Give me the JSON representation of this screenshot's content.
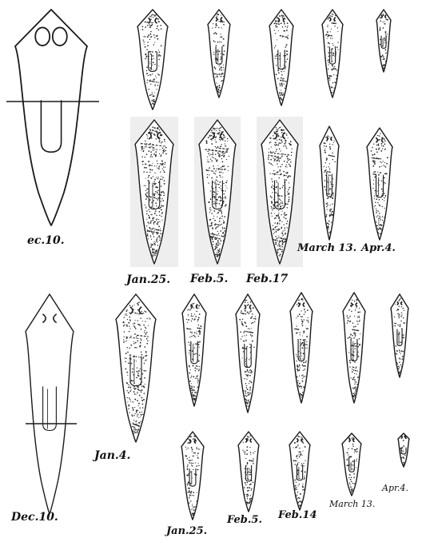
{
  "figure": {
    "colors": {
      "ink": "#1a1a1a",
      "paper": "#ffffff",
      "stipple": "#2a2a2a",
      "panel_shade": "#eeeeee"
    },
    "labels": {
      "ec10": "ec.10.",
      "jan25_top": "Jan.25.",
      "feb5_top": "Feb.5.",
      "feb17_top": "Feb.17",
      "march13_top": "March 13.",
      "apr4_top": "Apr.4.",
      "dec10": "Dec.10.",
      "jan4": "Jan.4.",
      "jan25_bottom": "Jan.25.",
      "feb5_bottom": "Feb.5.",
      "feb14_bottom": "Feb.14",
      "march13_bottom": "March 13.",
      "apr4_bottom": "Apr.4."
    }
  }
}
